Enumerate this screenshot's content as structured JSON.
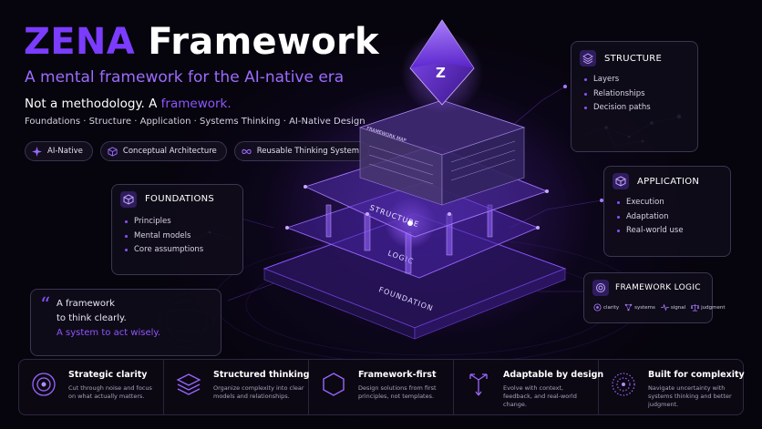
{
  "header": {
    "title_accent": "ZENA",
    "title_rest": " Framework",
    "subtitle": "A mental framework for the AI-native era",
    "tagline_prefix": "Not a methodology. A ",
    "tagline_highlight": "framework.",
    "topics": "Foundations  ·  Structure  ·  Application  ·  Systems Thinking  ·  AI-Native Design"
  },
  "pills": [
    {
      "label": "AI-Native",
      "icon": "sparkle-icon"
    },
    {
      "label": "Conceptual Architecture",
      "icon": "cube-icon"
    },
    {
      "label": "Reusable Thinking System",
      "icon": "infinity-icon"
    }
  ],
  "foundations": {
    "title": "FOUNDATIONS",
    "items": [
      "Principles",
      "Mental models",
      "Core assumptions"
    ]
  },
  "structure": {
    "title": "STRUCTURE",
    "items": [
      "Layers",
      "Relationships",
      "Decision paths"
    ]
  },
  "application": {
    "title": "APPLICATION",
    "items": [
      "Execution",
      "Adaptation",
      "Real-world use"
    ]
  },
  "quote": {
    "mark": "“",
    "line1": "A framework",
    "line2": "to think clearly.",
    "line3": "A system to act wisely."
  },
  "framework_logic": {
    "title": "FRAMEWORK LOGIC",
    "chips": [
      {
        "label": "clarity",
        "icon": "target-icon"
      },
      {
        "label": "systems",
        "icon": "network-icon"
      },
      {
        "label": "signal",
        "icon": "pulse-icon"
      },
      {
        "label": "judgment",
        "icon": "scale-icon"
      }
    ]
  },
  "diagram": {
    "apex_letter": "Z",
    "map_label": "FRAMEWORK MAP",
    "layer_structure": "STRUCTURE",
    "layer_logic": "LOGIC",
    "layer_foundation": "FOUNDATION"
  },
  "features": [
    {
      "title": "Strategic clarity",
      "desc": "Cut through noise and focus on what actually matters.",
      "icon": "target-icon"
    },
    {
      "title": "Structured thinking",
      "desc": "Organize complexity into clear models and relationships.",
      "icon": "layers-icon"
    },
    {
      "title": "Framework-first",
      "desc": "Design solutions from first principles, not templates.",
      "icon": "hexagon-icon"
    },
    {
      "title": "Adaptable by design",
      "desc": "Evolve with context, feedback, and real-world change.",
      "icon": "arrows-icon"
    },
    {
      "title": "Built for complexity",
      "desc": "Navigate uncertainty with systems thinking and better judgment.",
      "icon": "globe-dots-icon"
    }
  ],
  "colors": {
    "accent": "#7b3cff",
    "highlight": "#8f55ff",
    "background": "#06040c"
  }
}
